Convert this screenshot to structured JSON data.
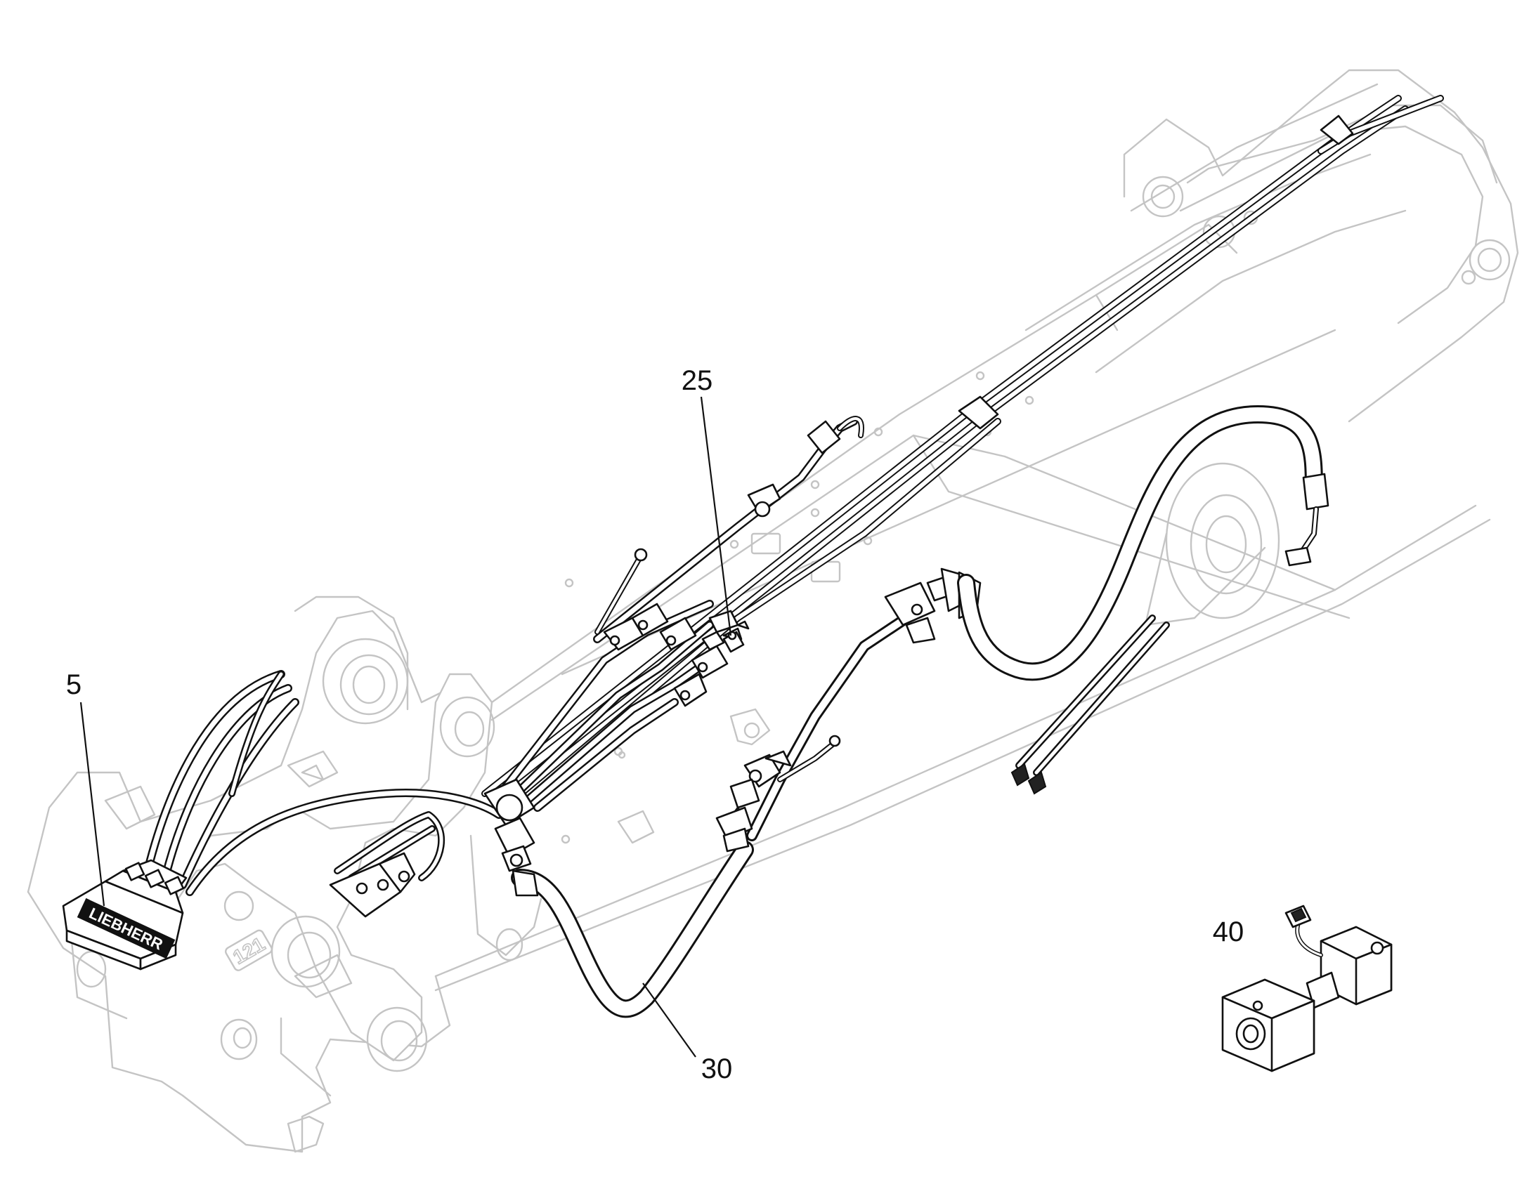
{
  "callouts": [
    {
      "id": "5",
      "label": "5"
    },
    {
      "id": "25",
      "label": "25"
    },
    {
      "id": "30",
      "label": "30"
    },
    {
      "id": "40",
      "label": "40"
    }
  ],
  "brand_label": "LIEBHERR",
  "plate_number": "121"
}
